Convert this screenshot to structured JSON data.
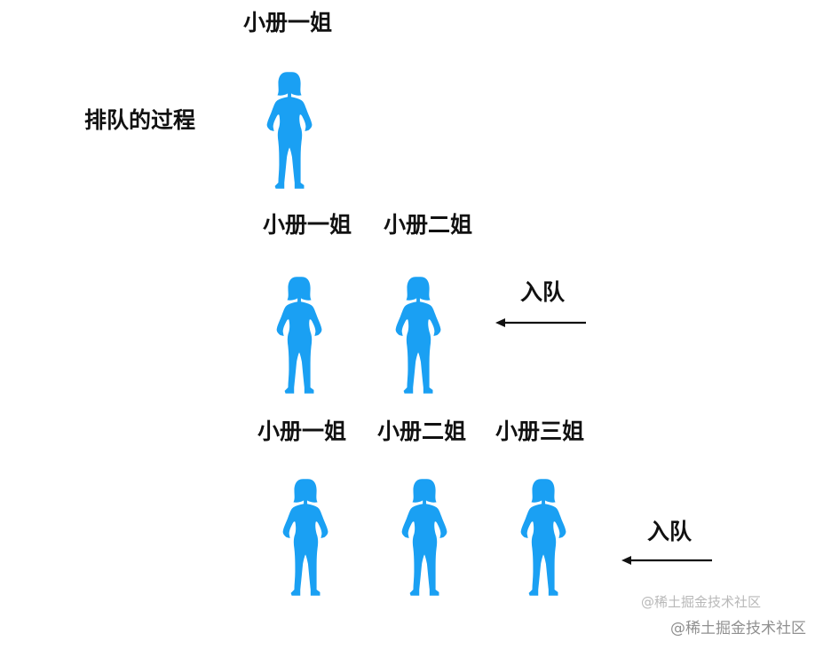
{
  "title": "排队的过程",
  "figure_color": "#1aa0f3",
  "arrow_color": "#111111",
  "rows": [
    {
      "names": [
        "小册一姐"
      ]
    },
    {
      "names": [
        "小册一姐",
        "小册二姐"
      ],
      "arrow_label": "入队"
    },
    {
      "names": [
        "小册一姐",
        "小册二姐",
        "小册三姐"
      ],
      "arrow_label": "入队"
    }
  ],
  "watermarks": [
    "@稀土掘金技术社区",
    "@稀土掘金技术社区"
  ]
}
